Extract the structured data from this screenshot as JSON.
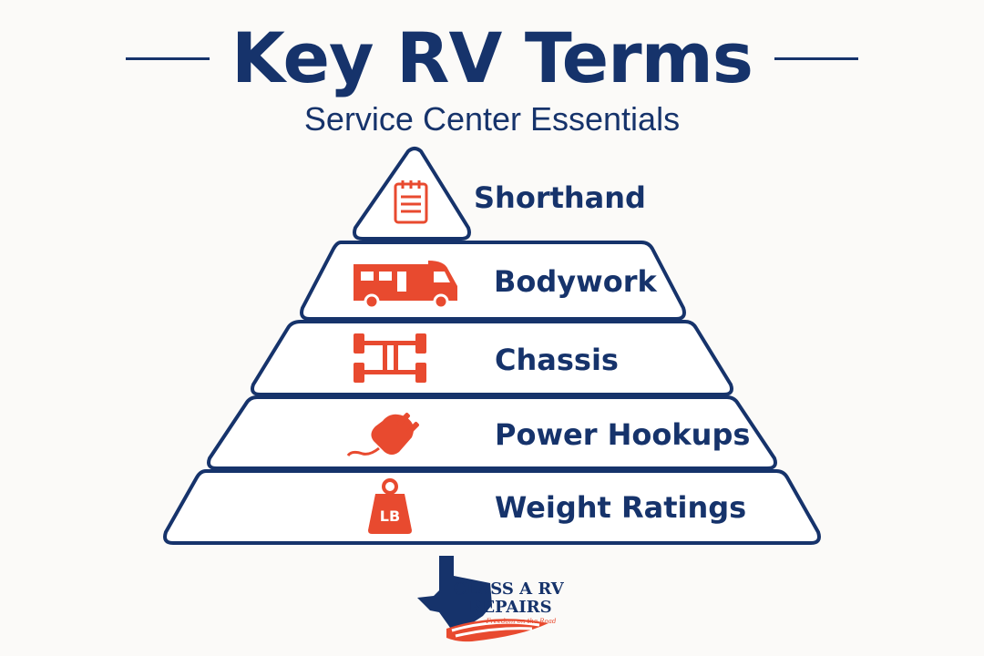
{
  "header": {
    "title": "Key RV Terms",
    "subtitle": "Service Center Essentials"
  },
  "pyramid": {
    "levels": [
      {
        "label": "Shorthand",
        "icon": "notepad-icon"
      },
      {
        "label": "Bodywork",
        "icon": "motorhome-icon"
      },
      {
        "label": "Chassis",
        "icon": "chassis-frame-icon"
      },
      {
        "label": "Power Hookups",
        "icon": "power-plug-icon"
      },
      {
        "label": "Weight Ratings",
        "icon": "lb-weight-icon"
      }
    ]
  },
  "logo": {
    "line1": "CLASS A RV",
    "line2": "REPAIRS",
    "tagline": "Freedom on the Road"
  },
  "colors": {
    "navy": "#16336b",
    "accent": "#e84a2f",
    "background": "#fbfaf8"
  }
}
